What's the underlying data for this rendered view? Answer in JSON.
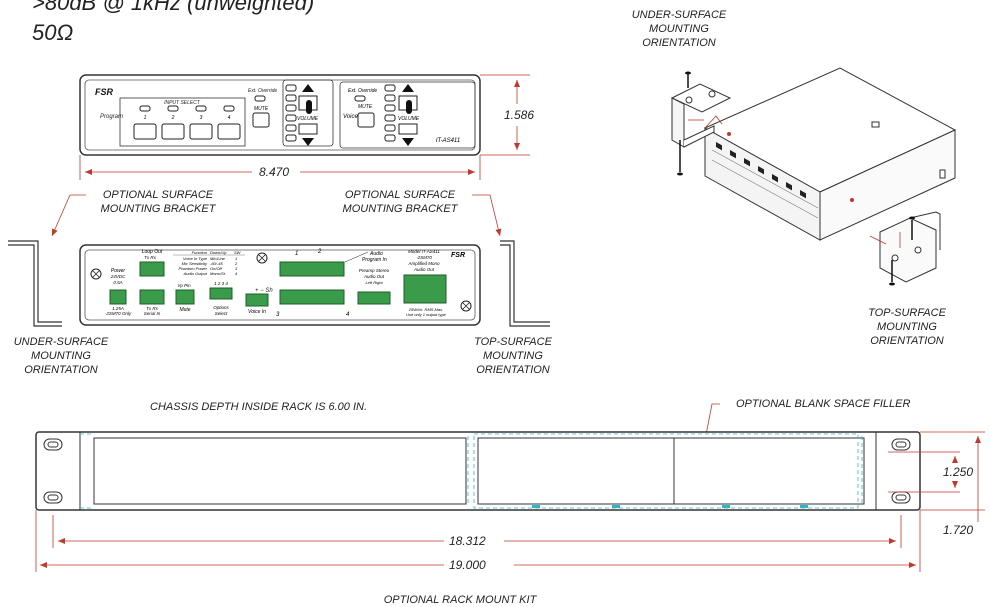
{
  "specs": {
    "line1": ">80dB @ 1kHz (unweighted)",
    "line2": "50Ω"
  },
  "front_panel": {
    "brand": "FSR",
    "input_select": "INPUT SELECT",
    "program": "Program",
    "inputs": [
      "1",
      "2",
      "3",
      "4"
    ],
    "ext_override": "Ext. Override",
    "mute": "MUTE",
    "volume": "VOLUME",
    "voice": "Voice",
    "model": "IT-AS411"
  },
  "rear_panel": {
    "brand": "FSR",
    "power": [
      "Power",
      "24VDC",
      "0.5A"
    ],
    "power_note": [
      "1.25A",
      "-2SM70 Only"
    ],
    "loop_out": "Loop Out",
    "tx_rx": "Tx Rx",
    "serial_in": [
      "Tx Rx",
      "Serial In"
    ],
    "vp_pin": "Vp Pin",
    "mute": "Mute",
    "function_table": [
      "Function",
      "Voice In Type",
      "Mic Sensitivity",
      "Phantom Power",
      "Audio Output"
    ],
    "down_up": [
      "Down/Up",
      "Mic/Line",
      "-60/-45",
      "On/Off",
      "Mono/St."
    ],
    "sw": [
      "SW",
      "1",
      "2",
      "3",
      "4"
    ],
    "options": [
      "1 2 3 4",
      "Options",
      "Select"
    ],
    "voice_in": "Voice In",
    "audio_program_in": [
      "Audio",
      "Program In"
    ],
    "program_in_top": [
      "1",
      "2"
    ],
    "program_in_bottom": [
      "3",
      "4"
    ],
    "preamp": [
      "Preamp Stereo",
      "Audio Out",
      "Left    Right"
    ],
    "model_block": [
      "Model IT-AS411",
      "-2SM70",
      "Amplified Mono",
      "Audio Out"
    ],
    "amp_note": [
      "25W/ch. RMS Max.",
      "Use only 1 output type"
    ]
  },
  "labels": {
    "under_surface_top": [
      "UNDER-SURFACE",
      "MOUNTING",
      "ORIENTATION"
    ],
    "top_surface_right": [
      "TOP-SURFACE",
      "MOUNTING",
      "ORIENTATION"
    ],
    "optional_bracket_left": [
      "OPTIONAL SURFACE",
      "MOUNTING BRACKET"
    ],
    "optional_bracket_right": [
      "OPTIONAL SURFACE",
      "MOUNTING BRACKET"
    ],
    "under_surface_left": [
      "UNDER-SURFACE",
      "MOUNTING",
      "ORIENTATION"
    ],
    "top_surface_mid": [
      "TOP-SURFACE",
      "MOUNTING",
      "ORIENTATION"
    ],
    "chassis_depth": "CHASSIS DEPTH INSIDE RACK IS 6.00 IN.",
    "blank_filler": "OPTIONAL BLANK SPACE FILLER",
    "rack_kit": "OPTIONAL RACK MOUNT KIT"
  },
  "dimensions": {
    "panel_height": "1.586",
    "panel_width": "8.470",
    "rack_inner_height": "1.250",
    "rack_outer_height": "1.720",
    "rack_inner_width": "18.312",
    "rack_outer_width": "19.000"
  }
}
